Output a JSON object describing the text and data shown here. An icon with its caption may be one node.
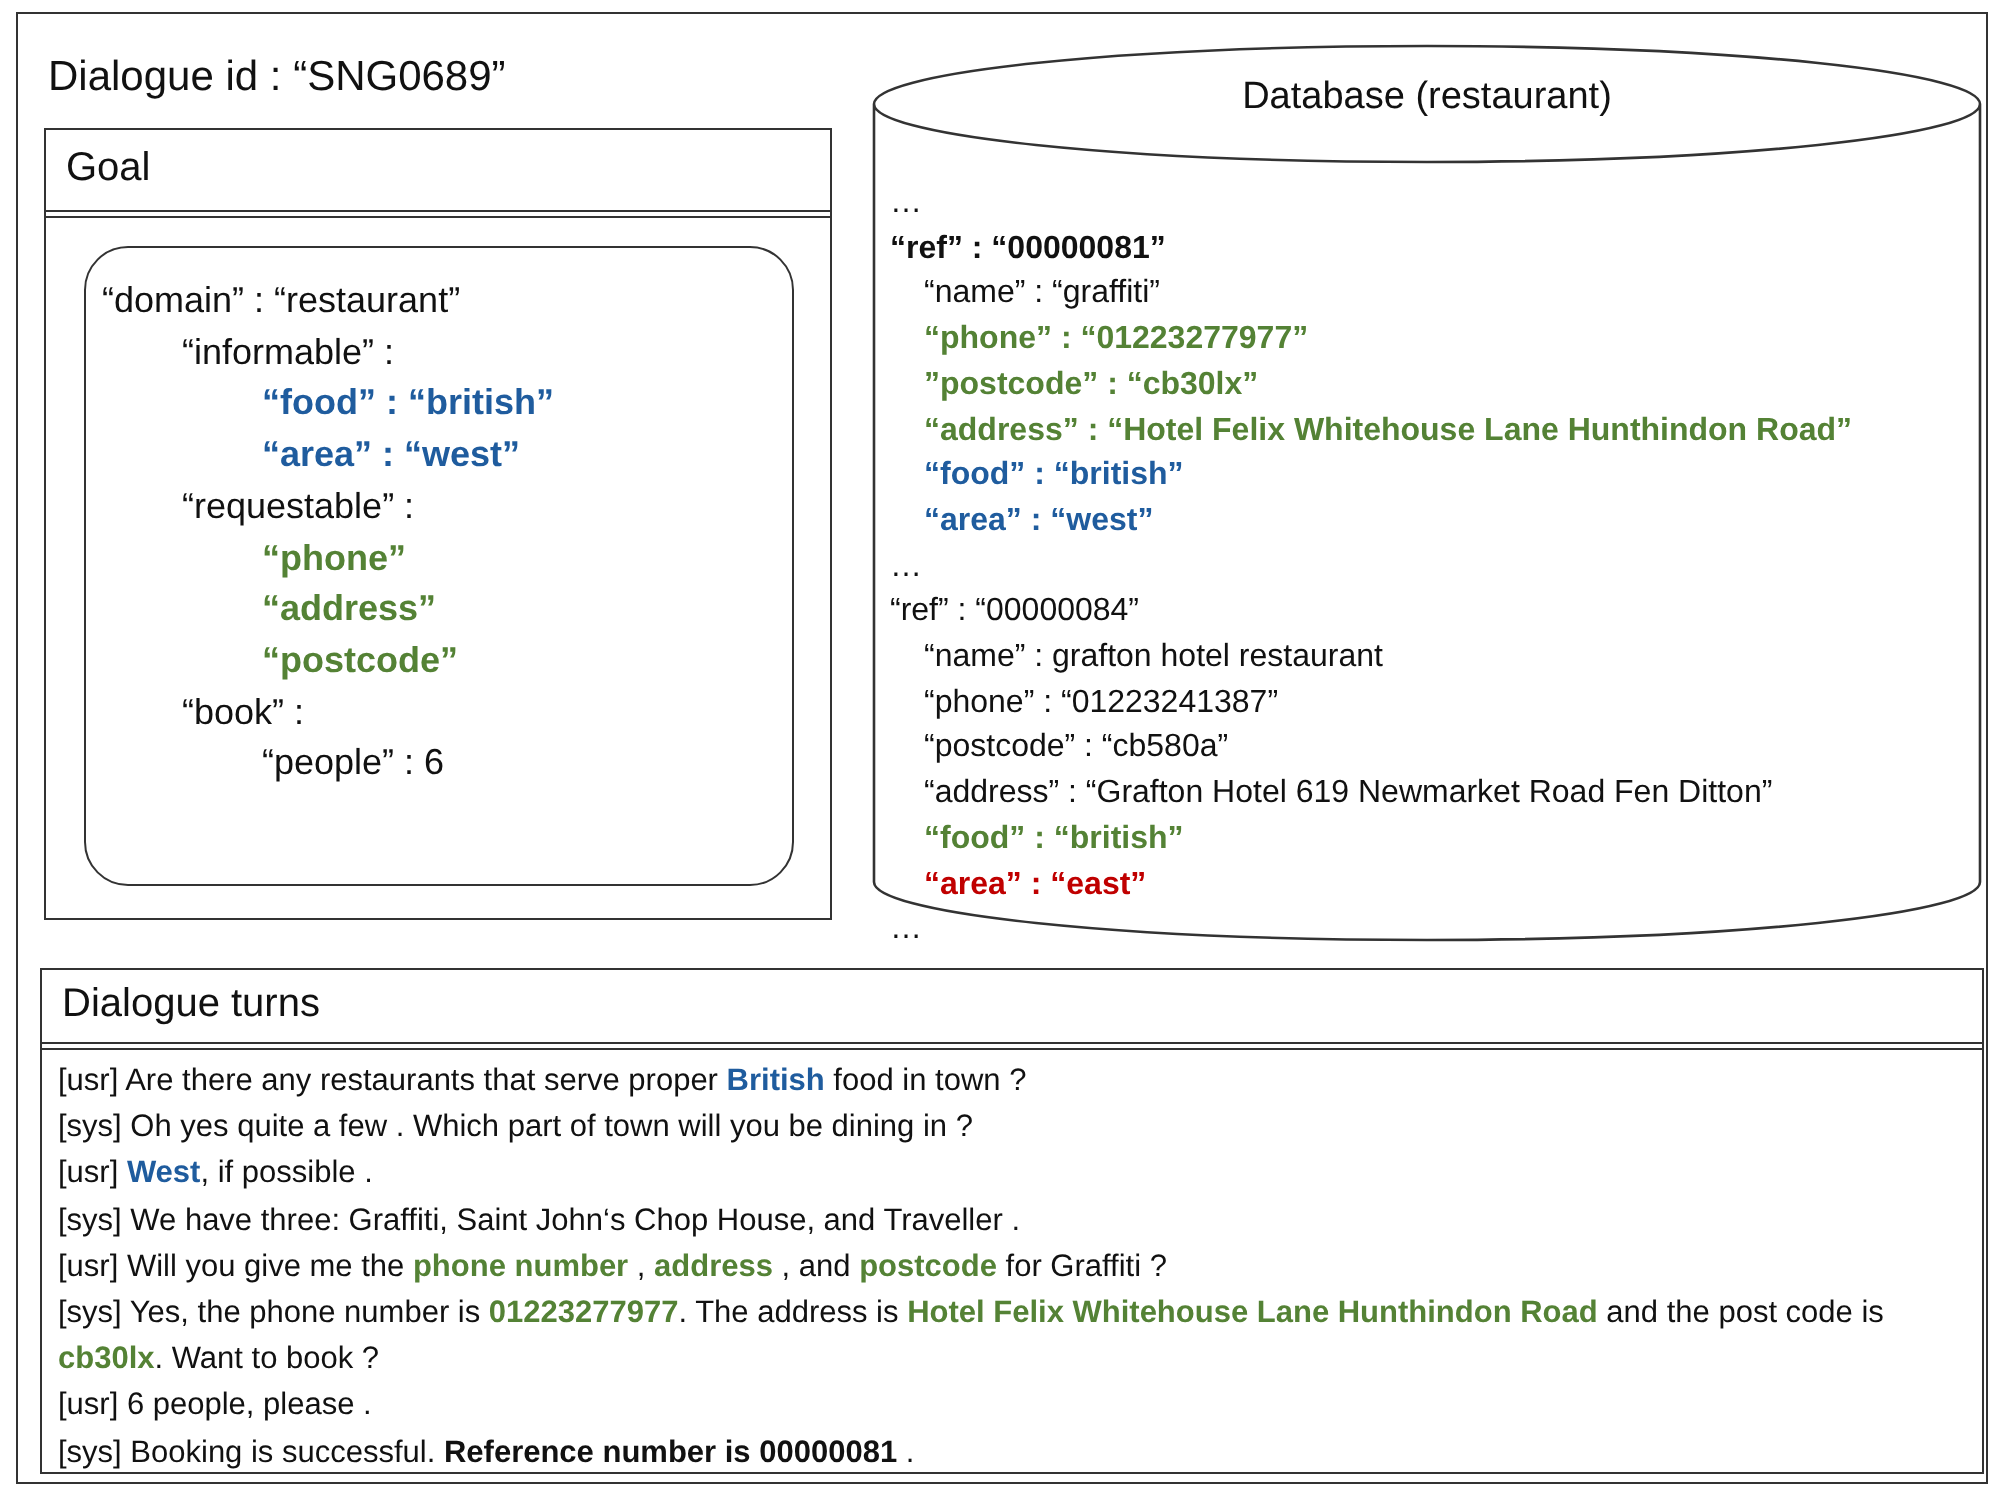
{
  "diagram": {
    "title": "Dialogue id : “SNG0689”",
    "nodes": [
      {
        "text": [
          "Goal"
        ]
      },
      {
        "text": [
          "“domain” : “restaurant”",
          "“informable” :",
          "“food” : “british”",
          "“area” : “west”",
          "“requestable” :",
          "“phone”",
          "“address”",
          "“postcode”",
          "“book” :",
          "“people” : 6"
        ],
        "in": 0
      },
      {
        "text": [
          "Database (restaurant)",
          "…",
          "“ref” : “00000081”",
          "“name” : “graffiti”",
          "“phone” : “01223277977”",
          "”postcode” : “cb30lx”",
          "“address” : “Hotel Felix Whitehouse Lane Hunthindon Road”",
          "“food” : “british”",
          "“area” : “west”",
          "…",
          "“ref” : “00000084”",
          "“name” : grafton hotel restaurant",
          "“phone” : “01223241387”",
          "“postcode” : “cb580a”",
          "“address” : “Grafton Hotel 619 Newmarket Road Fen Ditton”",
          "“food” : “british”",
          "“area” : “east”",
          "…"
        ]
      },
      {
        "text": [
          "Dialogue turns",
          "[usr] Are there any restaurants that serve proper **British** food in town ?",
          "[sys] Oh yes quite a few . Which part of town will you be dining in ?",
          "[usr] **West**, if possible .",
          "[sys] We have three: Graffiti, Saint John‘s Chop House, and Traveller .",
          "[usr] Will you give me the **phone number** , **address** , and **postcode** for Graffiti ?",
          "[sys] Yes, the phone number is **01223277977**. The address is **Hotel Felix Whitehouse Lane Hunthindon Road** and the post code is **cb30lx**. Want to book ?",
          "[usr] 6 people, please .",
          "[sys] Booking is successful. **Reference number is 00000081** ."
        ]
      }
    ]
  }
}
